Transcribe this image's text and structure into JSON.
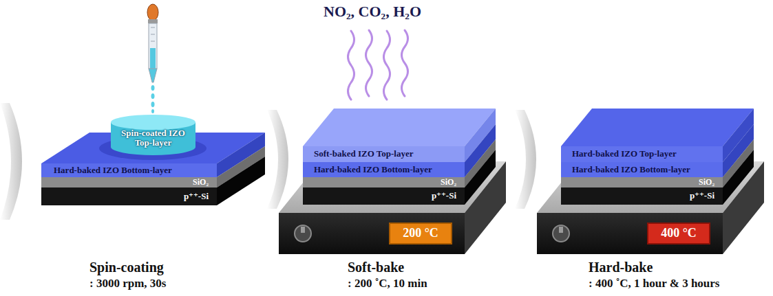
{
  "diagram": {
    "nodes": [
      {
        "text": [
          "Spin-coated IZO Top-layer"
        ]
      },
      {
        "text": [
          "Hard-baked IZO Bottom-layer"
        ]
      },
      {
        "text": [
          "SiO₂"
        ]
      },
      {
        "text": [
          "p⁺⁺-Si"
        ]
      },
      {
        "text": [
          "Soft-baked IZO Top-layer"
        ]
      },
      {
        "text": [
          "Hard-baked IZO Bottom-layer"
        ]
      },
      {
        "text": [
          "SiO₂"
        ]
      },
      {
        "text": [
          "p⁺⁺-Si"
        ]
      },
      {
        "text": [
          "200 °C"
        ]
      },
      {
        "text": [
          "Hard-baked IZO Top-layer"
        ]
      },
      {
        "text": [
          "Hard-baked IZO Bottom-layer"
        ]
      },
      {
        "text": [
          "SiO₂"
        ]
      },
      {
        "text": [
          "p⁺⁺-Si"
        ]
      },
      {
        "text": [
          "400 °C"
        ]
      }
    ],
    "labels": [
      "NO₂, CO₂, H₂O",
      "Spin-coating",
      ": 3000 rpm, 30s",
      "Soft-bake",
      ": 200 ˚C, 10 min",
      "Hard-bake",
      ": 400 ˚C, 1 hour & 3 hours"
    ]
  }
}
